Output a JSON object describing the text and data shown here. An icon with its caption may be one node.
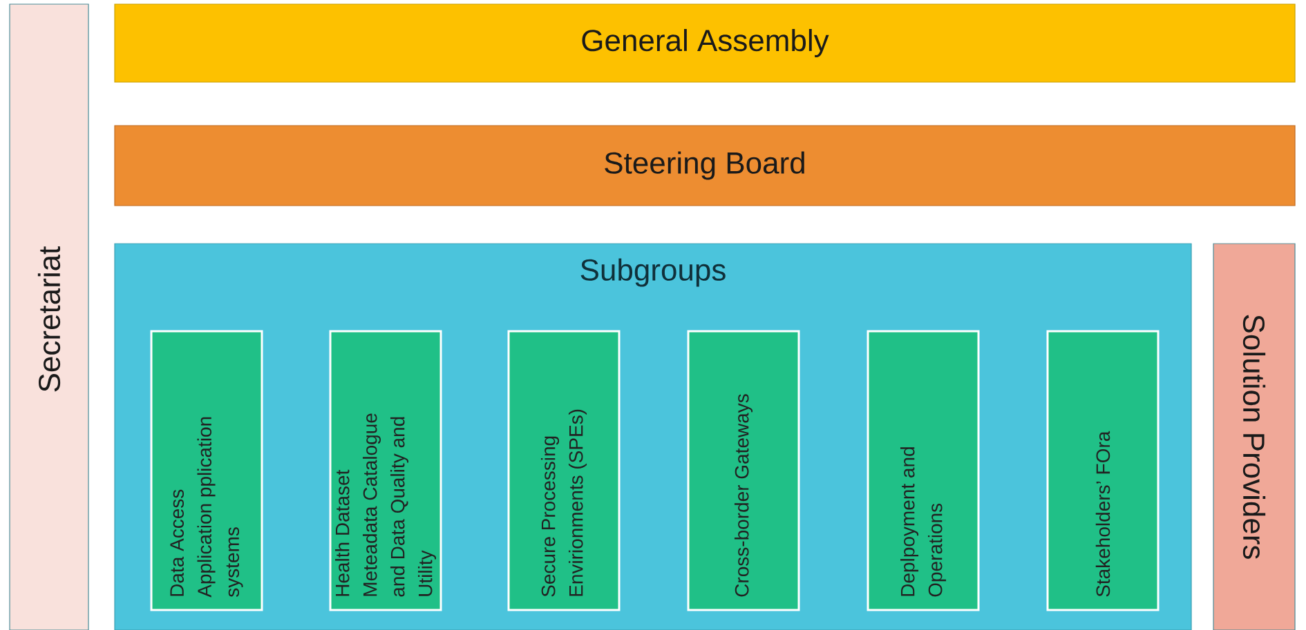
{
  "diagram": {
    "nodes": [
      {
        "text": [
          "Secretariat"
        ]
      },
      {
        "text": [
          "General Assembly"
        ]
      },
      {
        "text": [
          "Steering Board"
        ]
      },
      {
        "text": [
          "Subgroups"
        ]
      },
      {
        "text": [
          "Data Access Application pplication systems"
        ],
        "in": 3
      },
      {
        "text": [
          "Health Dataset Meteadata Catalogue and Data Quality and Utility"
        ],
        "in": 3
      },
      {
        "text": [
          "Secure Processing Envirionments (SPEs)"
        ],
        "in": 3
      },
      {
        "text": [
          "Cross-border Gateways"
        ],
        "in": 3
      },
      {
        "text": [
          "Deplpoyment and Operations"
        ],
        "in": 3
      },
      {
        "text": [
          "Stakeholders’ FOra"
        ],
        "in": 3
      },
      {
        "text": [
          "Solution Providers"
        ]
      }
    ]
  }
}
